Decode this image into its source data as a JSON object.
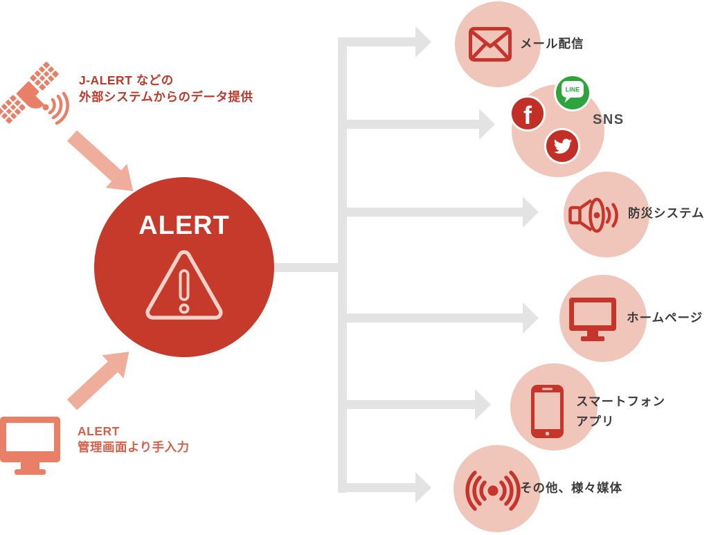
{
  "hub": {
    "label": "ALERT",
    "icon": "warning-triangle-icon",
    "color": "#C53A2B"
  },
  "inputs": [
    {
      "id": "external-system-data",
      "icon": "satellite-icon",
      "lines": [
        "J-ALERT などの",
        "外部システムからのデータ提供"
      ]
    },
    {
      "id": "manual-entry",
      "icon": "monitor-icon",
      "lines": [
        "ALERT",
        "管理画面より手入力"
      ]
    }
  ],
  "outputs": [
    {
      "id": "mail",
      "icon": "mail-icon",
      "label": "メール配信"
    },
    {
      "id": "sns",
      "icon": "sns-badges",
      "label": "SNS",
      "line_badge_text": "LINE",
      "facebook_glyph": "f",
      "badges": [
        "line-badge",
        "facebook-badge",
        "twitter-badge"
      ]
    },
    {
      "id": "disaster-prevention-system",
      "icon": "loudspeaker-icon",
      "label": "防災システム"
    },
    {
      "id": "homepage",
      "icon": "monitor-icon",
      "label": "ホームページ"
    },
    {
      "id": "smartphone-app",
      "icon": "smartphone-icon",
      "lines": [
        "スマートフォン",
        "アプリ"
      ]
    },
    {
      "id": "other-media",
      "icon": "broadcast-icon",
      "label": "その他、様々媒体"
    }
  ],
  "colors": {
    "hub_red": "#C53A2B",
    "icon_red": "#C5352B",
    "badge_red": "#C22F26",
    "line_green": "#2EA43C",
    "pink_circle": "#F1C6BA",
    "salmon_icon": "#E87F66",
    "salmon_arrow": "#EFAD9B",
    "connector_gray": "#E3E3E3",
    "label_dark": "#3B3B3B",
    "input_text_dark_red": "#BB3A2B",
    "input_text_salmon": "#D4604A",
    "triangle_stroke": "#F5D1C7",
    "white": "#FFFFFF"
  }
}
